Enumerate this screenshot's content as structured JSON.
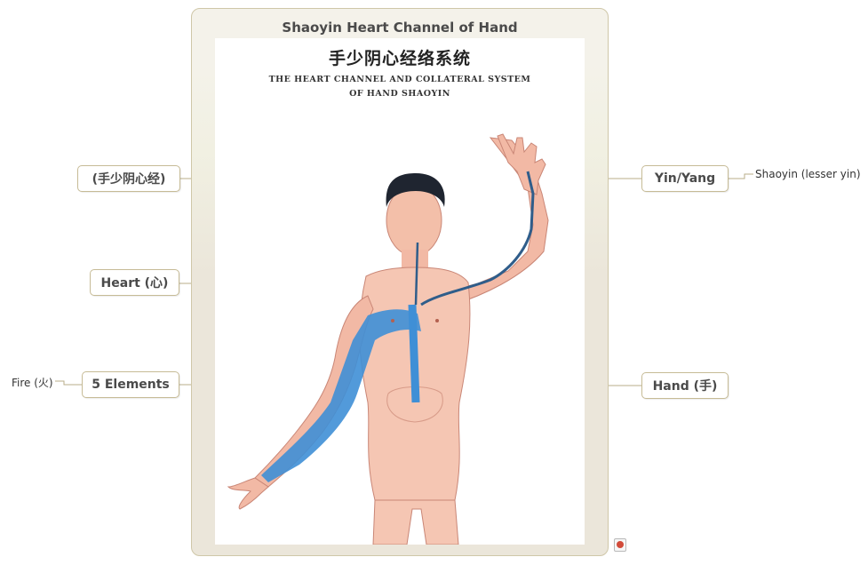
{
  "central": {
    "title": "Shaoyin Heart Channel of Hand",
    "poster": {
      "title_zh": "手少阴心经络系统",
      "title_en_line1": "THE HEART CHANNEL AND COLLATERAL SYSTEM",
      "title_en_line2": "OF HAND SHAOYIN"
    }
  },
  "nodes": {
    "name_zh": "(手少阴心经)",
    "organ": "Heart (心)",
    "elements": "5 Elements",
    "yin_yang": "Yin/Yang",
    "limb": "Hand (手)"
  },
  "leaves": {
    "elements_value": "Fire (火)",
    "yin_yang_value": "Shaoyin (lesser yin)"
  },
  "colors": {
    "channel": "#3f8fd6",
    "skin": "#f5c6b3",
    "border": "#c6bb96"
  }
}
